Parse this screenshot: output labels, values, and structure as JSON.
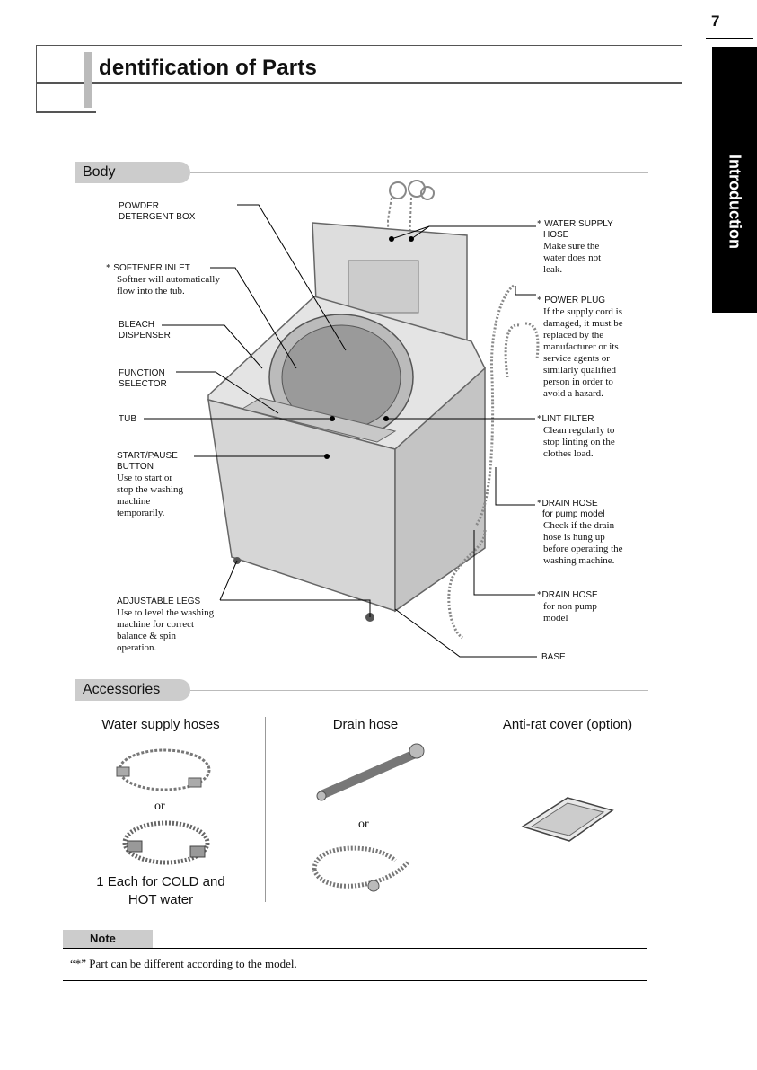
{
  "page_number": "7",
  "side_tab": "Introduction",
  "title": "dentification of Parts",
  "sections": {
    "body": "Body",
    "accessories": "Accessories"
  },
  "labels": {
    "powder": {
      "line1": "POWDER",
      "line2": "DETERGENT BOX"
    },
    "softener": {
      "star": "*",
      "head": "SOFTENER  INLET",
      "desc1": "Softner will automatically",
      "desc2": "flow into the tub."
    },
    "bleach": {
      "line1": "BLEACH",
      "line2": "DISPENSER"
    },
    "function": {
      "line1": "FUNCTION",
      "line2": "SELECTOR"
    },
    "tub": "TUB",
    "start": {
      "line1": "START/PAUSE",
      "line2": "BUTTON",
      "desc": [
        "Use to start or",
        "stop the washing",
        "machine",
        "temporarily."
      ]
    },
    "legs": {
      "head": "ADJUSTABLE LEGS",
      "desc": [
        "Use to level the washing",
        "machine for correct",
        "balance & spin",
        "operation."
      ]
    },
    "water_hose": {
      "star": "*",
      "head1": "WATER SUPPLY",
      "head2": "HOSE",
      "desc": [
        "Make sure the",
        "water does not",
        "leak."
      ]
    },
    "power_plug": {
      "star": "*",
      "head": "POWER PLUG",
      "desc": [
        "If the supply cord is",
        "damaged, it must be",
        "replaced by the",
        "manufacturer or its",
        "service agents or",
        "similarly qualified",
        "person in order to",
        "avoid a hazard."
      ]
    },
    "lint": {
      "star": "*",
      "head": "LINT FILTER",
      "desc": [
        "Clean regularly to",
        "stop linting on the",
        "clothes load."
      ]
    },
    "drain_pump": {
      "star": "*",
      "head": "DRAIN HOSE",
      "sub": "for pump model",
      "desc": [
        "Check if the drain",
        "hose is hung up",
        "before operating the",
        "washing machine."
      ]
    },
    "drain_nonpump": {
      "star": "*",
      "head": "DRAIN HOSE",
      "desc": [
        "for non pump",
        "model"
      ]
    },
    "base": "BASE"
  },
  "accessories": {
    "water": {
      "title": "Water supply hoses",
      "or": "or",
      "caption1": "1 Each for COLD and",
      "caption2": "HOT water"
    },
    "drain": {
      "title": "Drain hose",
      "or": "or"
    },
    "antirat": {
      "title": "Anti-rat cover (option)"
    }
  },
  "note": {
    "label": "Note",
    "text": "“*” Part can be different according to the model."
  }
}
